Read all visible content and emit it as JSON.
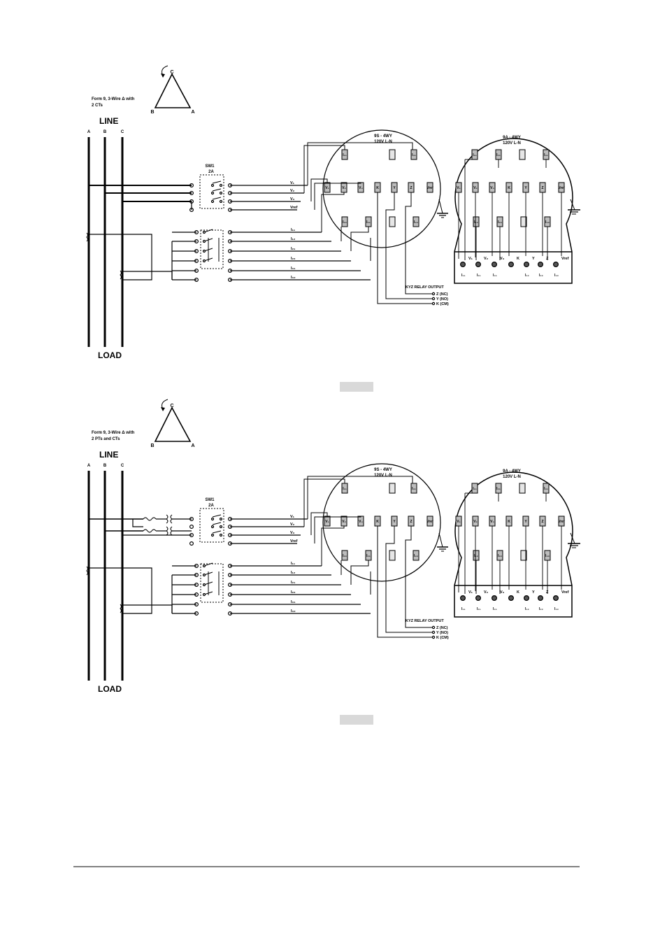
{
  "page": {
    "footer_rule": true,
    "caption_placeholder_color": "#d9d9d9"
  },
  "diagrams": [
    {
      "form_title_line1": "Form 9, 3-Wire Δ with",
      "form_title_line2": "2 CTs",
      "delta": {
        "top": "C",
        "left": "B",
        "right": "A"
      },
      "line_label": "LINE",
      "load_label": "LOAD",
      "phases": [
        "A",
        "B",
        "C"
      ],
      "switch_label": "SW1",
      "switch_rating": "2A",
      "voltage_terminals": [
        "V1",
        "V2",
        "V3",
        "Vref"
      ],
      "current_terminals": [
        "I11",
        "I12",
        "I21",
        "I22",
        "I31",
        "I32"
      ],
      "meter_9s": {
        "title": "9S - 4WY",
        "subtitle": "120V L-N",
        "top_row": [
          "I11",
          "",
          "I31"
        ],
        "mid_row": [
          "V1",
          "V2",
          "V3",
          "K",
          "Y",
          "Z",
          "Vref"
        ],
        "bottom_row": [
          "I22",
          "I21",
          "",
          "I32"
        ]
      },
      "meter_9a": {
        "title": "9A - 4WY",
        "subtitle": "120V L-N",
        "top_row": [
          "I11",
          "I21",
          "",
          "I31"
        ],
        "mid_row": [
          "V1",
          "V2",
          "V3",
          "K",
          "Y",
          "Z",
          "Vref"
        ],
        "bottom_row": [
          "I12",
          "I22",
          "",
          "I32"
        ],
        "base_top": [
          "V1",
          "V2",
          "V3",
          "K",
          "Y",
          "Z",
          "Vref"
        ],
        "base_bottom": [
          "I11",
          "I21",
          "I31",
          "",
          "I12",
          "I22",
          "I32"
        ]
      },
      "kyz_title": "KYZ RELAY OUTPUT",
      "kyz_outputs": [
        "Z (NC)",
        "Y (NO)",
        "K (CM)"
      ]
    },
    {
      "form_title_line1": "Form 9, 3-Wire Δ with",
      "form_title_line2": "2 PTs and  CTs",
      "delta": {
        "top": "C",
        "left": "B",
        "right": "A"
      },
      "line_label": "LINE",
      "load_label": "LOAD",
      "phases": [
        "A",
        "B",
        "C"
      ],
      "switch_label": "SW1",
      "switch_rating": "2A",
      "voltage_terminals": [
        "V1",
        "V2",
        "V3",
        "Vref"
      ],
      "current_terminals": [
        "I11",
        "I12",
        "I21",
        "I22",
        "I31",
        "I32"
      ],
      "meter_9s": {
        "title": "9S - 4WY",
        "subtitle": "120V L-N",
        "top_row": [
          "I11",
          "",
          "I31"
        ],
        "mid_row": [
          "V1",
          "V2",
          "V3",
          "K",
          "Y",
          "Z",
          "Vref"
        ],
        "bottom_row": [
          "I22",
          "I21",
          "",
          "I32"
        ]
      },
      "meter_9a": {
        "title": "9A - 4WY",
        "subtitle": "120V L-N",
        "top_row": [
          "I11",
          "I21",
          "",
          "I31"
        ],
        "mid_row": [
          "V1",
          "V2",
          "V3",
          "K",
          "Y",
          "Z",
          "Vref"
        ],
        "bottom_row": [
          "I12",
          "I22",
          "",
          "I32"
        ],
        "base_top": [
          "V1",
          "V2",
          "V3",
          "K",
          "Y",
          "Z",
          "Vref"
        ],
        "base_bottom": [
          "I11",
          "I21",
          "I31",
          "",
          "I12",
          "I22",
          "I32"
        ]
      },
      "kyz_title": "KYZ RELAY OUTPUT",
      "kyz_outputs": [
        "Z (NC)",
        "Y (NO)",
        "K (CM)"
      ]
    }
  ]
}
